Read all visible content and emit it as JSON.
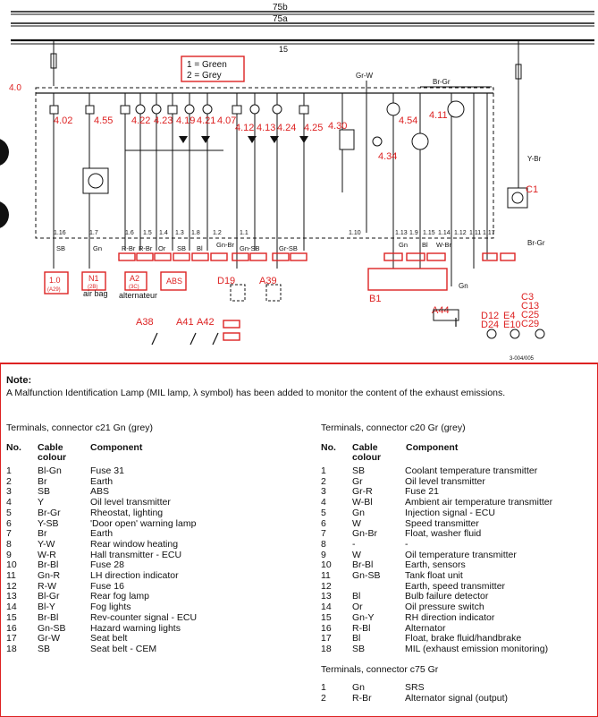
{
  "diagram": {
    "bus_labels": [
      "75b",
      "75a",
      "15"
    ],
    "legend": [
      "1 = Green",
      "2 = Grey"
    ],
    "left_bus_label": "4.0",
    "top_wire_labels": [
      "Gr-W",
      "Br-Gr"
    ],
    "right_wire_labels": [
      "Y-Br",
      "Br-Gr",
      "Gn"
    ],
    "component_labels": [
      "4.02",
      "4.55",
      "4.22",
      "4.23",
      "4.19",
      "4.21",
      "4.07",
      "4.12",
      "4.13",
      "4.24",
      "4.25",
      "4.30",
      "4.34",
      "4.54",
      "4.11",
      "C1"
    ],
    "terminal_numbers": [
      "1.16",
      "1.7",
      "1.6",
      "1.5",
      "1.4",
      "1.3",
      "1.8",
      "1.2",
      "1.1",
      "1.10",
      "1.13",
      "1.9",
      "1.15",
      "1.14",
      "1.12",
      "1.11",
      "1.17"
    ],
    "wire_colours": [
      "SB",
      "Gn",
      "R-Br",
      "R-Br",
      "Or",
      "SB",
      "Bl",
      "Gn-Br",
      "Gn-SB",
      "Gr-SB",
      "Gn",
      "Bl",
      "W-Br"
    ],
    "boxes": [
      "1.0",
      "N1",
      "A2",
      "ABS"
    ],
    "box_sub": [
      "(A29)",
      "(2B)",
      "(3C)"
    ],
    "handwritten": [
      "air bag",
      "alternateur"
    ],
    "lower_components": [
      "D19",
      "A39",
      "A38",
      "A41",
      "A42",
      "B1",
      "A44",
      "C3",
      "C13",
      "C25",
      "C29",
      "D12",
      "D24",
      "E4",
      "E10"
    ],
    "page_ref": "3-004/005"
  },
  "notes": {
    "title": "Note:",
    "text": "A Malfunction Identification Lamp (MIL lamp, λ symbol) has been added to monitor the content of the exhaust emissions.",
    "headers": {
      "no": "No.",
      "cable_1": "Cable",
      "cable_2": "colour",
      "component": "Component"
    },
    "c21": {
      "title": "Terminals, connector c21 Gn (grey)",
      "rows": [
        {
          "no": "1",
          "cable": "Bl-Gn",
          "component": "Fuse 31"
        },
        {
          "no": "2",
          "cable": "Br",
          "component": "Earth"
        },
        {
          "no": "3",
          "cable": "SB",
          "component": "ABS"
        },
        {
          "no": "4",
          "cable": "Y",
          "component": "Oil level transmitter"
        },
        {
          "no": "5",
          "cable": "Br-Gr",
          "component": "Rheostat, lighting"
        },
        {
          "no": "6",
          "cable": "Y-SB",
          "component": "'Door open' warning lamp"
        },
        {
          "no": "7",
          "cable": "Br",
          "component": "Earth"
        },
        {
          "no": "8",
          "cable": "Y-W",
          "component": "Rear window heating"
        },
        {
          "no": "9",
          "cable": "W-R",
          "component": "Hall transmitter - ECU"
        },
        {
          "no": "10",
          "cable": "Br-Bl",
          "component": "Fuse 28"
        },
        {
          "no": "11",
          "cable": "Gn-R",
          "component": "LH direction indicator"
        },
        {
          "no": "12",
          "cable": "R-W",
          "component": "Fuse 16"
        },
        {
          "no": "13",
          "cable": "Bl-Gr",
          "component": "Rear fog lamp"
        },
        {
          "no": "14",
          "cable": "Bl-Y",
          "component": "Fog lights"
        },
        {
          "no": "15",
          "cable": "Br-Bl",
          "component": "Rev-counter signal - ECU"
        },
        {
          "no": "16",
          "cable": "Gn-SB",
          "component": "Hazard warning lights"
        },
        {
          "no": "17",
          "cable": "Gr-W",
          "component": "Seat belt"
        },
        {
          "no": "18",
          "cable": "SB",
          "component": "Seat belt - CEM"
        }
      ]
    },
    "c20": {
      "title": "Terminals, connector c20 Gr (grey)",
      "rows": [
        {
          "no": "1",
          "cable": "SB",
          "component": "Coolant temperature transmitter"
        },
        {
          "no": "2",
          "cable": "Gr",
          "component": "Oil level transmitter"
        },
        {
          "no": "3",
          "cable": "Gr-R",
          "component": "Fuse 21"
        },
        {
          "no": "4",
          "cable": "W-Bl",
          "component": "Ambient air temperature transmitter"
        },
        {
          "no": "5",
          "cable": "Gn",
          "component": "Injection signal - ECU"
        },
        {
          "no": "6",
          "cable": "W",
          "component": "Speed transmitter"
        },
        {
          "no": "7",
          "cable": "Gn-Br",
          "component": "Float, washer fluid"
        },
        {
          "no": "8",
          "cable": "-",
          "component": "-"
        },
        {
          "no": "9",
          "cable": "W",
          "component": "Oil temperature transmitter"
        },
        {
          "no": "10",
          "cable": "Br-Bl",
          "component": "Earth, sensors"
        },
        {
          "no": "11",
          "cable": "Gn-SB",
          "component": "Tank float unit"
        },
        {
          "no": "12",
          "cable": "",
          "component": "Earth, speed transmitter"
        },
        {
          "no": "13",
          "cable": "Bl",
          "component": "Bulb failure detector"
        },
        {
          "no": "14",
          "cable": "Or",
          "component": "Oil pressure switch"
        },
        {
          "no": "15",
          "cable": "Gn-Y",
          "component": "RH direction indicator"
        },
        {
          "no": "16",
          "cable": "R-Bl",
          "component": "Alternator"
        },
        {
          "no": "17",
          "cable": "Bl",
          "component": "Float, brake fluid/handbrake"
        },
        {
          "no": "18",
          "cable": "SB",
          "component": "MIL (exhaust emission monitoring)"
        }
      ]
    },
    "c75": {
      "title": "Terminals, connector c75 Gr",
      "rows": [
        {
          "no": "1",
          "cable": "Gn",
          "component": "SRS"
        },
        {
          "no": "2",
          "cable": "R-Br",
          "component": "Alternator signal (output)"
        }
      ]
    }
  }
}
